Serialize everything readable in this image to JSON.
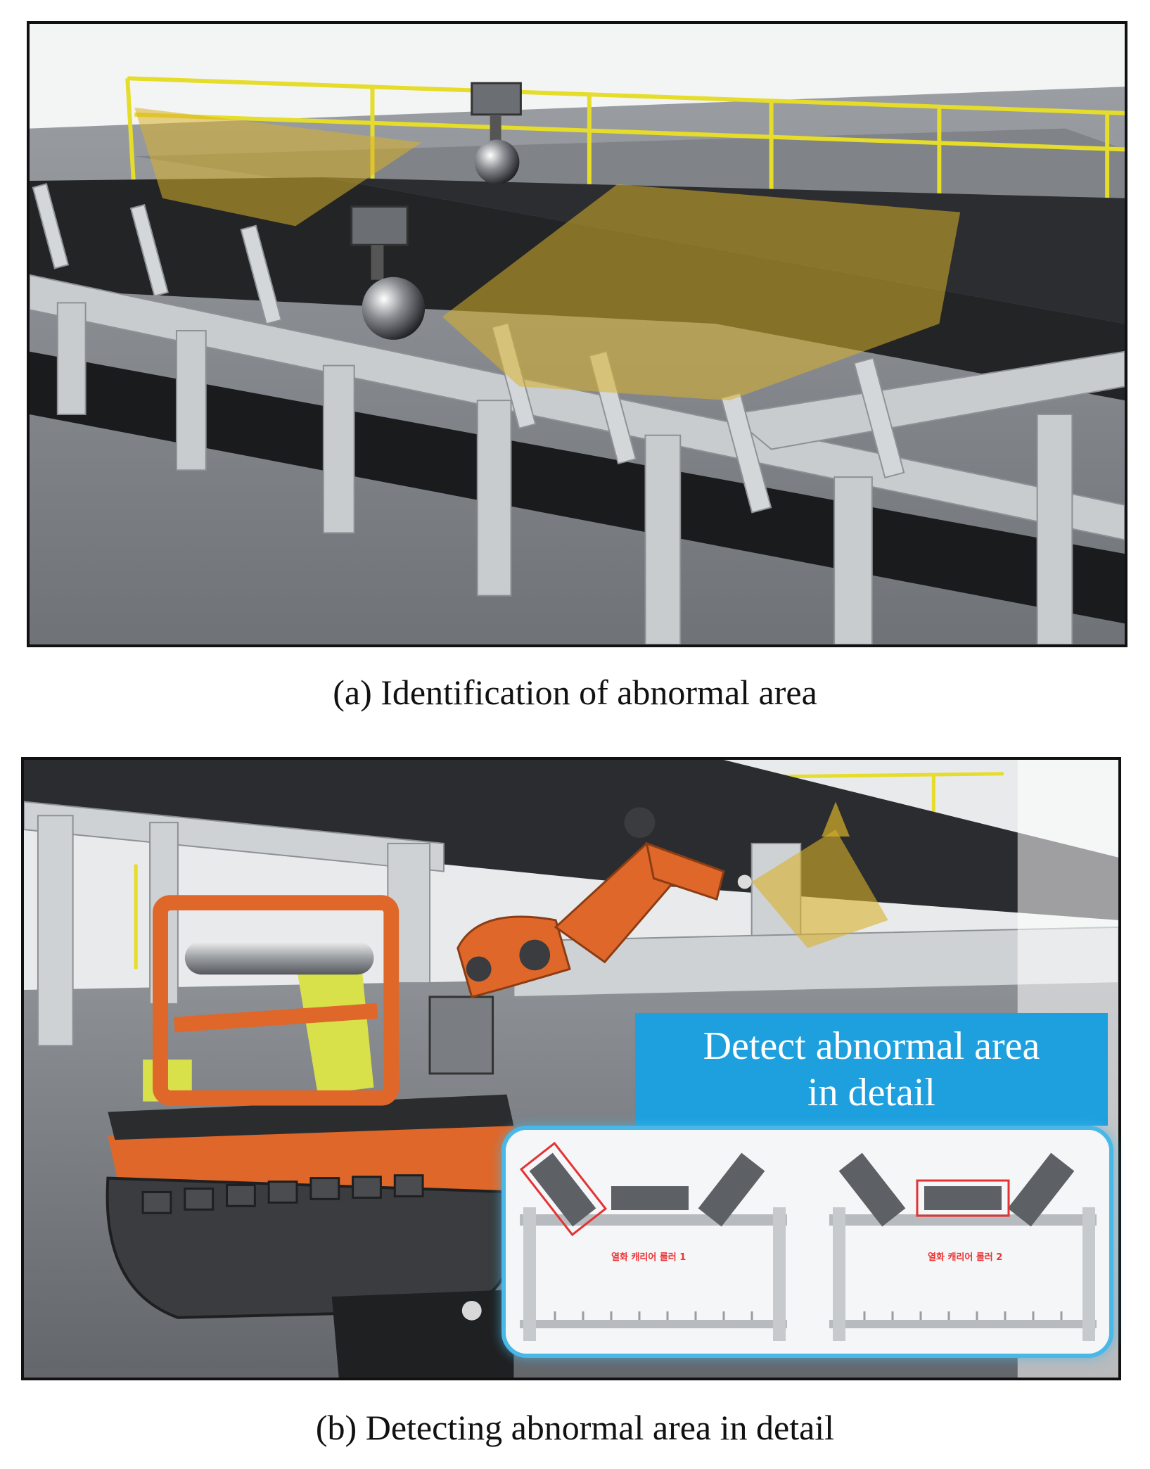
{
  "figure": {
    "panel_a": {
      "caption": "(a) Identification of abnormal area"
    },
    "panel_b": {
      "caption": "(b) Detecting abnormal area in detail",
      "callout_line1": "Detect abnormal area",
      "callout_line2": "in detail",
      "inset_left_label": "열화 캐리어 롤러 1",
      "inset_right_label": "열화 캐리어 롤러 2"
    }
  },
  "colors": {
    "highlight_yellow": "#d9b12a",
    "railing_yellow": "#e6dc2a",
    "robot_orange": "#e0672a",
    "callout_blue": "#1ea0df",
    "defect_red": "#e33333"
  }
}
